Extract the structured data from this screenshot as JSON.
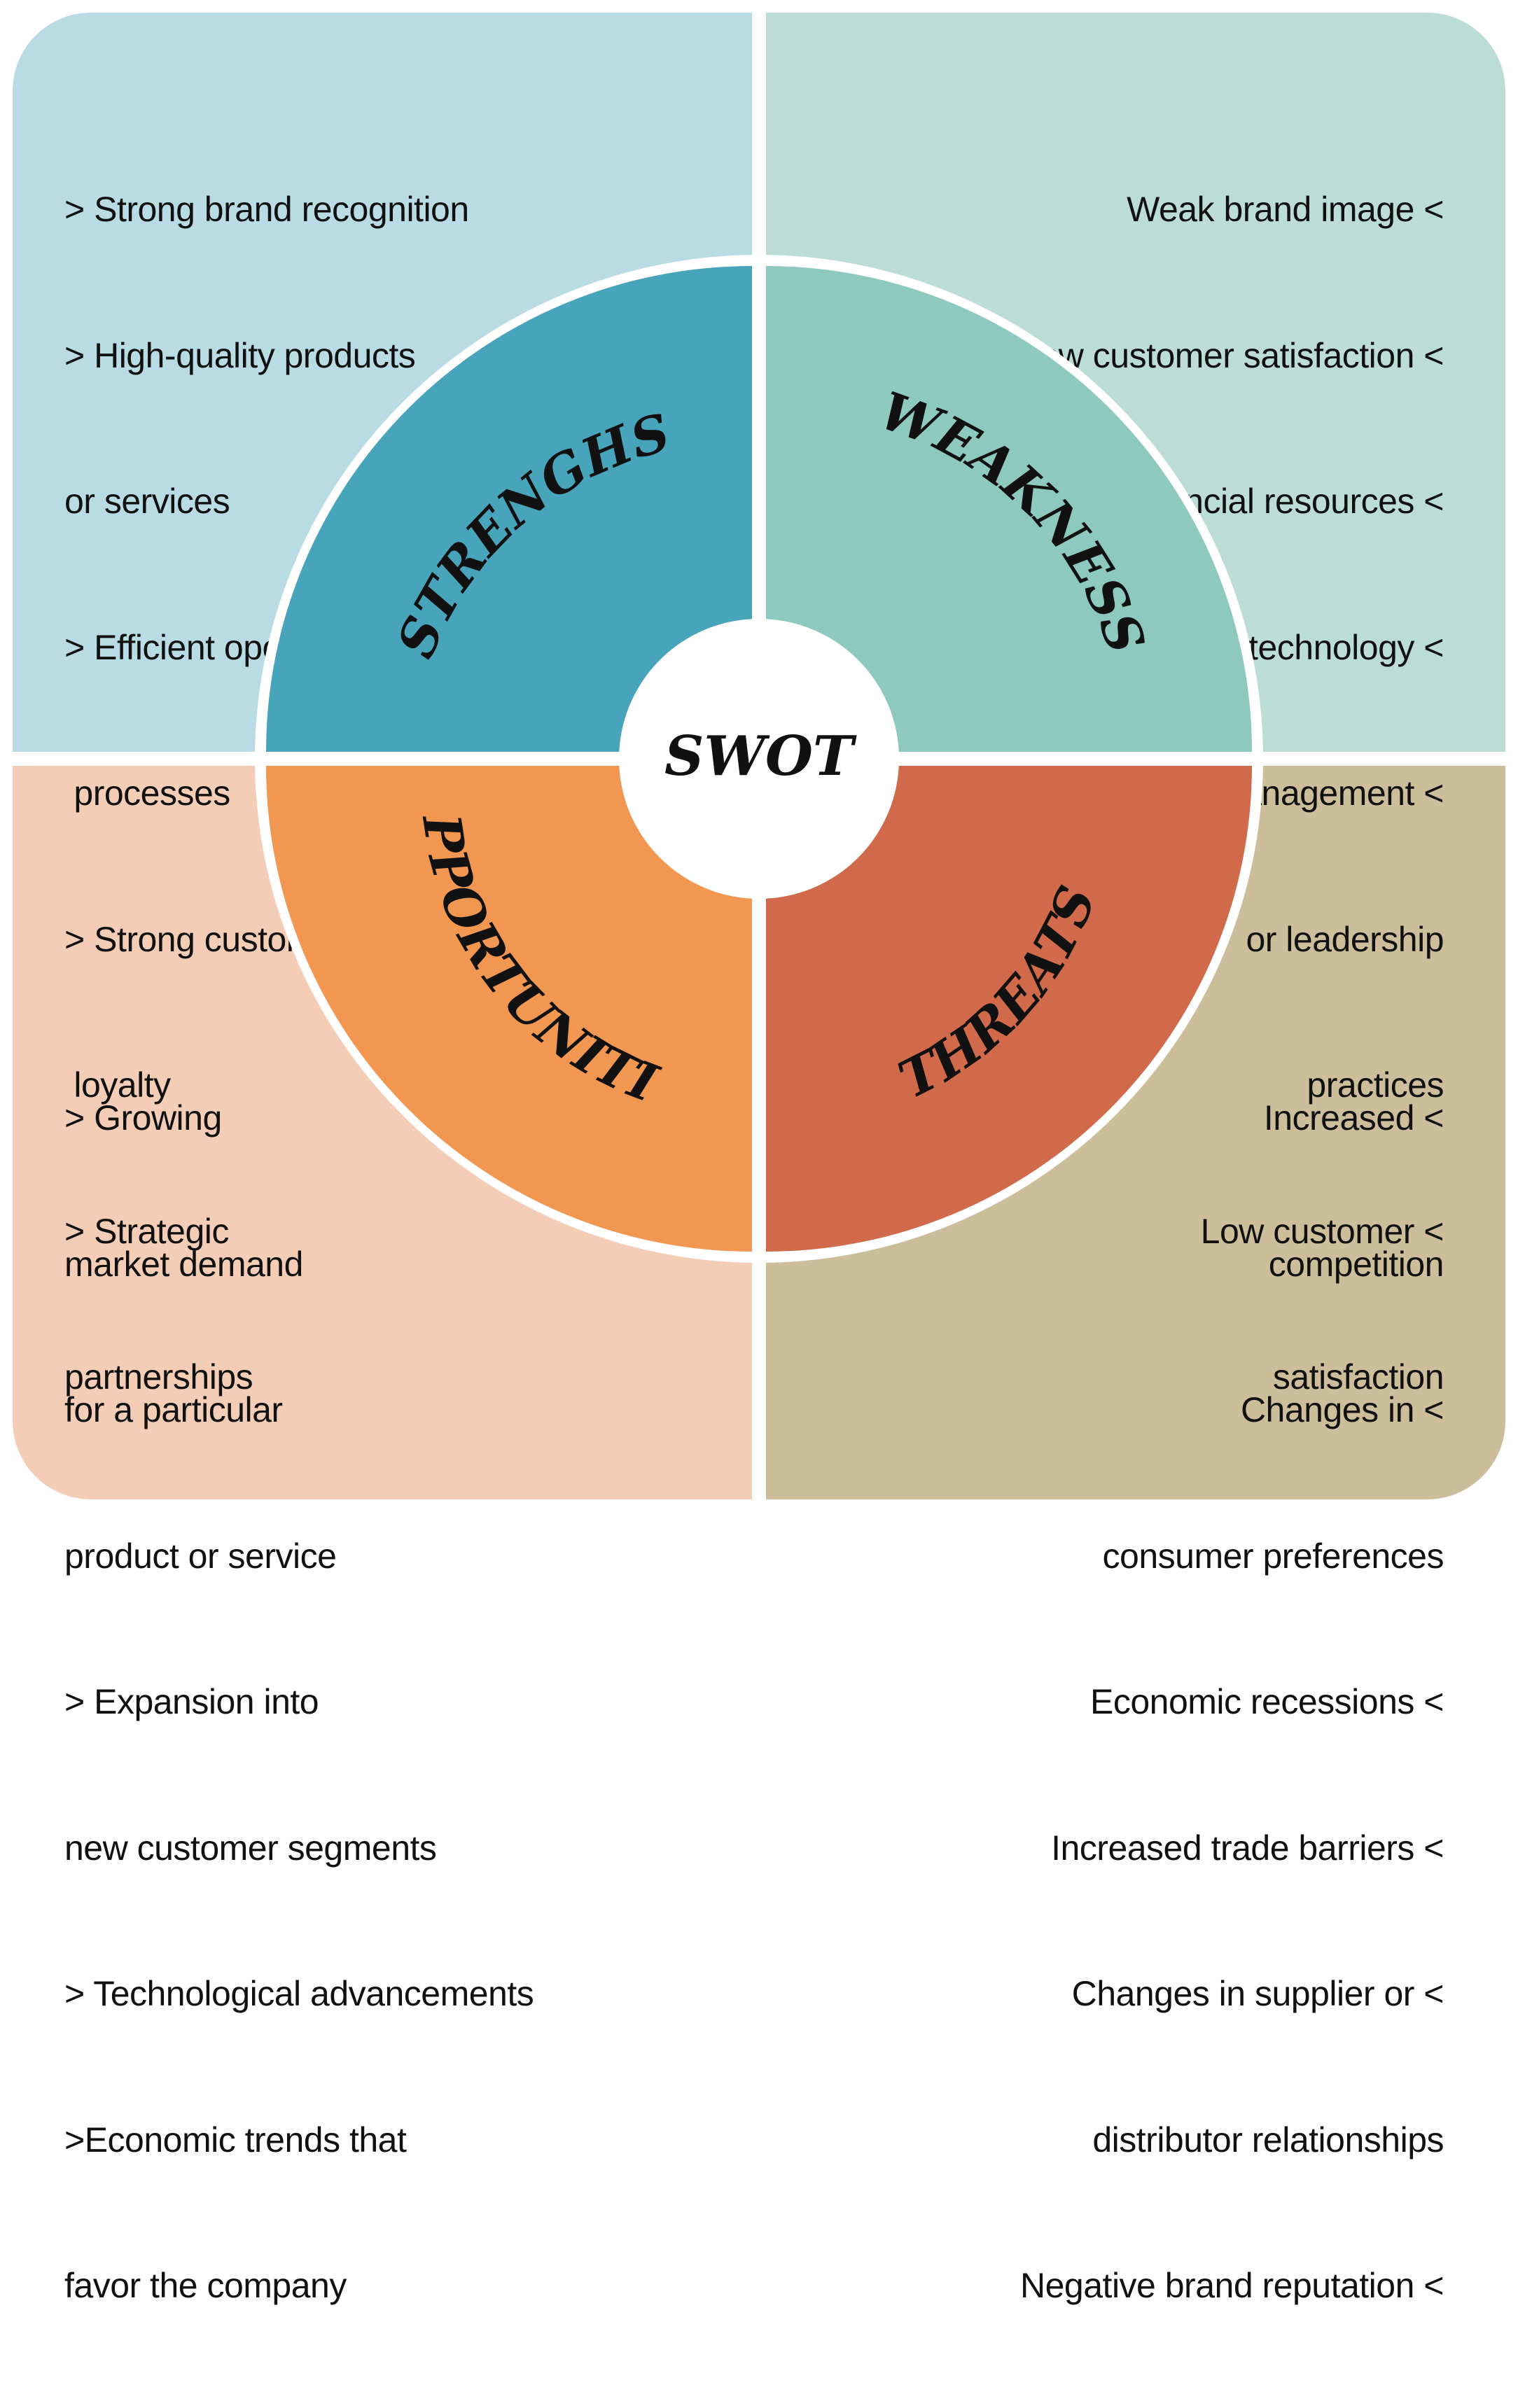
{
  "center": {
    "label": "SWOT"
  },
  "colors": {
    "strengths_bg": "#b8dbe4",
    "weaknesses_bg": "#bcddd6",
    "opportunities_bg": "#f4cdb7",
    "threats_bg": "#ccbd9b",
    "strengths_wedge": "#48a4bb",
    "weaknesses_wedge": "#8dc9bf",
    "opportunities_wedge": "#f19752",
    "threats_wedge": "#d06a4a",
    "divider": "#ffffff"
  },
  "quadrants": {
    "strengths": {
      "title": "STRENGHS",
      "lines": [
        "> Strong brand recognition",
        "> High-quality products",
        "or services",
        "> Efficient operational",
        " processes",
        "> Strong customer",
        " loyalty",
        "> Strategic",
        "partnerships"
      ]
    },
    "weaknesses": {
      "title": "WEAKNESS",
      "lines": [
        "Weak brand image <",
        "Low customer satisfaction <",
        "Limited financial resources <",
        "Outdated technology <",
        "Poor management <",
        "or leadership",
        "practices",
        "Low customer <",
        "satisfaction"
      ]
    },
    "opportunities": {
      "title": "OPPORTUNITIES",
      "lines": [
        "> Growing",
        "market demand",
        "for a particular",
        "product or service",
        "> Expansion into",
        "new customer segments",
        "> Technological advancements",
        ">Economic trends that",
        "favor the company"
      ]
    },
    "threats": {
      "title": "THREATS",
      "lines": [
        "Increased <",
        "competition",
        "Changes in <",
        "consumer preferences",
        "Economic recessions <",
        "Increased trade barriers <",
        "Changes in supplier or <",
        "distributor relationships",
        "Negative brand reputation <"
      ]
    }
  }
}
